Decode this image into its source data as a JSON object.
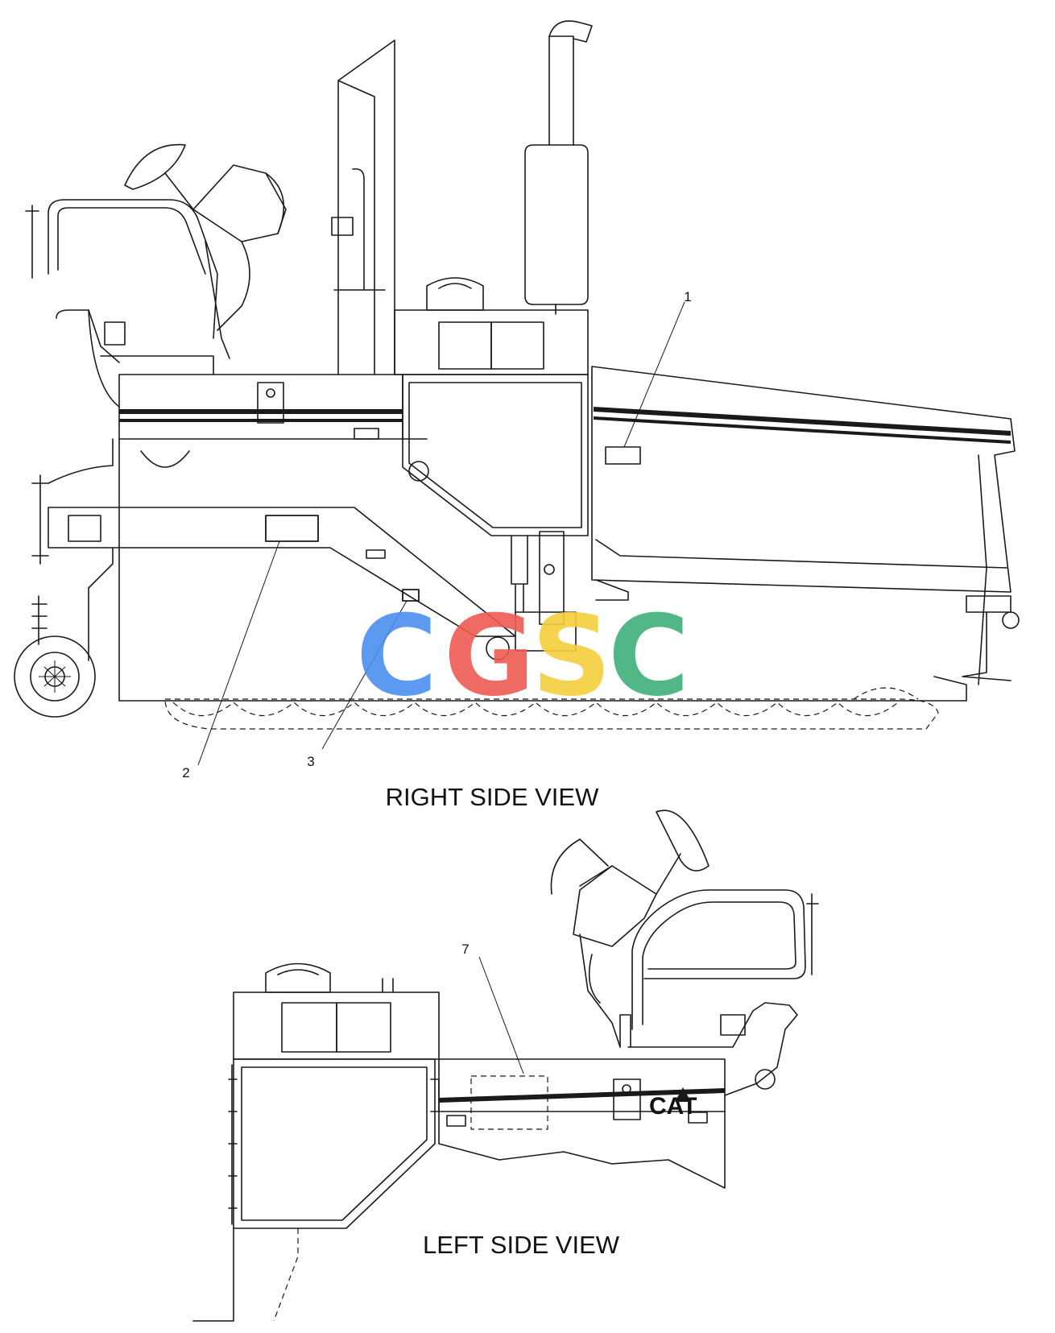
{
  "views": {
    "right": {
      "title": "RIGHT SIDE VIEW"
    },
    "left": {
      "title": "LEFT SIDE VIEW"
    }
  },
  "callouts": [
    {
      "label": "1"
    },
    {
      "label": "2"
    },
    {
      "label": "3"
    },
    {
      "label": "7"
    }
  ],
  "brand_mark": "CAT",
  "watermark": {
    "letters": [
      {
        "char": "C",
        "color": "#4b8ef0"
      },
      {
        "char": "G",
        "color": "#ee5a52"
      },
      {
        "char": "S",
        "color": "#f6cf3c"
      },
      {
        "char": "C",
        "color": "#3fb07a"
      }
    ]
  }
}
